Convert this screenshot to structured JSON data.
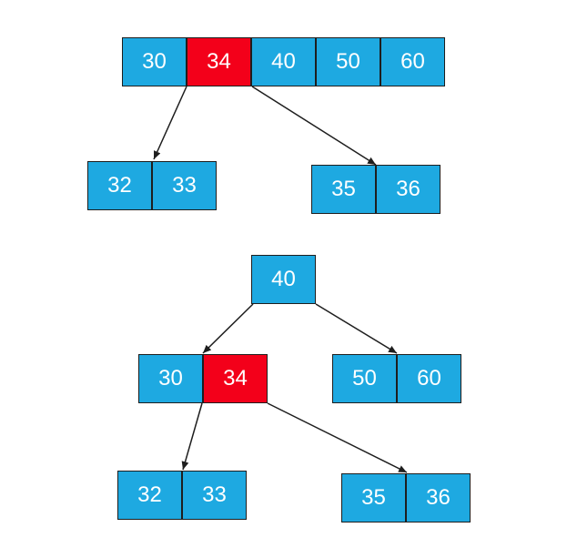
{
  "colors": {
    "node": "#1ea9e1",
    "highlight": "#f3001a",
    "border": "#1e1e1e",
    "text": "#ffffff"
  },
  "top_tree": {
    "root": [
      "30",
      "34",
      "40",
      "50",
      "60"
    ],
    "left": [
      "32",
      "33"
    ],
    "right": [
      "35",
      "36"
    ]
  },
  "bottom_tree": {
    "root": [
      "40"
    ],
    "left": [
      "30",
      "34"
    ],
    "right": [
      "50",
      "60"
    ],
    "left_left": [
      "32",
      "33"
    ],
    "left_right": [
      "35",
      "36"
    ]
  },
  "highlighted_key": "34"
}
